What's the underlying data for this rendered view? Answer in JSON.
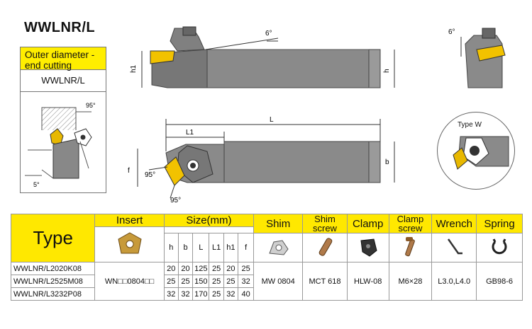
{
  "title": "WWLNR/L",
  "spec_card": {
    "category": "Outer diameter - end cutting",
    "model": "WWLNR/L",
    "angle_main": "95°",
    "angle_small": "5°"
  },
  "drawing": {
    "angle_6": "6°",
    "dim_h1": "h1",
    "dim_h": "h",
    "dim_L": "L",
    "dim_L1": "L1",
    "dim_f": "f",
    "dim_b": "b",
    "angle_95a": "95°",
    "angle_95b": "95°",
    "side_angle_6": "6°",
    "type_w": "Type W"
  },
  "table": {
    "headers": {
      "type": "Type",
      "insert": "Insert",
      "size": "Size(mm)",
      "shim": "Shim",
      "shim_screw": "Shim screw",
      "clamp": "Clamp",
      "clamp_screw": "Clamp screw",
      "wrench": "Wrench",
      "spring": "Spring"
    },
    "size_columns": [
      "h",
      "b",
      "L",
      "L1",
      "h1",
      "f"
    ],
    "insert_code": "WN□□0804□□",
    "shim_code": "MW 0804",
    "shim_screw_code": "MCT 618",
    "clamp_code": "HLW-08",
    "clamp_screw_code": "M6×28",
    "wrench_code": "L3.0,L4.0",
    "spring_code": "GB98-6",
    "rows": [
      {
        "model": "WWLNR/L2020K08",
        "sizes": [
          "20",
          "20",
          "125",
          "25",
          "20",
          "25"
        ]
      },
      {
        "model": "WWLNR/L2525M08",
        "sizes": [
          "25",
          "25",
          "150",
          "25",
          "25",
          "32"
        ]
      },
      {
        "model": "WWLNR/L3232P08",
        "sizes": [
          "32",
          "32",
          "170",
          "25",
          "32",
          "40"
        ]
      }
    ]
  }
}
